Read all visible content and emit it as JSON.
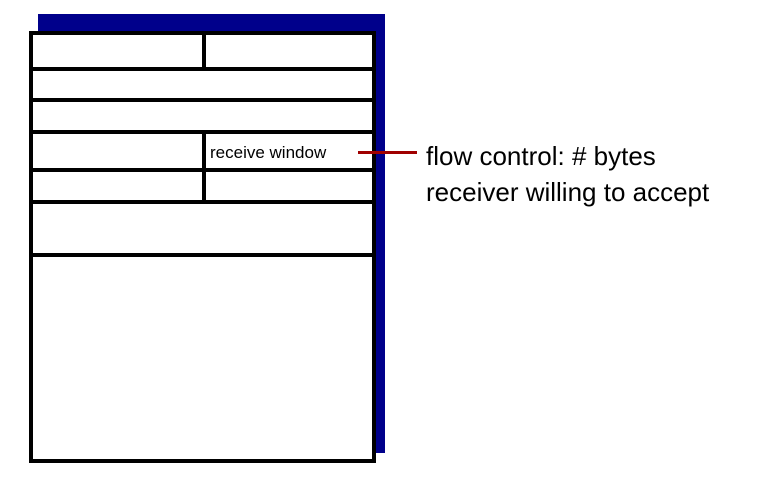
{
  "figure": {
    "title": "TCP segment header field callout",
    "background_color": "#FFFFFF"
  },
  "colors": {
    "shadow_navy": "#00008B",
    "border_black": "#000000",
    "leader_red": "#A00000",
    "cell_white": "#FFFFFF",
    "text_black": "#000000"
  },
  "header_table": {
    "name": "tcp-segment-header",
    "rows": [
      {
        "index": 0,
        "cells": [
          {
            "label": ""
          },
          {
            "label": ""
          }
        ],
        "split": true
      },
      {
        "index": 1,
        "cells": [
          {
            "label": ""
          }
        ],
        "split": false
      },
      {
        "index": 2,
        "cells": [
          {
            "label": ""
          }
        ],
        "split": false
      },
      {
        "index": 3,
        "cells": [
          {
            "label": ""
          },
          {
            "label": "receive window"
          }
        ],
        "split": true
      },
      {
        "index": 4,
        "cells": [
          {
            "label": ""
          },
          {
            "label": ""
          }
        ],
        "split": true
      },
      {
        "index": 5,
        "cells": [
          {
            "label": ""
          }
        ],
        "split": false
      },
      {
        "index": 6,
        "cells": [
          {
            "label": ""
          }
        ],
        "split": false
      }
    ],
    "highlighted_field": "receive window"
  },
  "callout": {
    "leader_line_name": "leader-line-receive-window",
    "lines": [
      "flow control: # bytes",
      "receiver willing to accept"
    ],
    "line1": "flow control: # bytes",
    "line2": "receiver willing to accept"
  }
}
